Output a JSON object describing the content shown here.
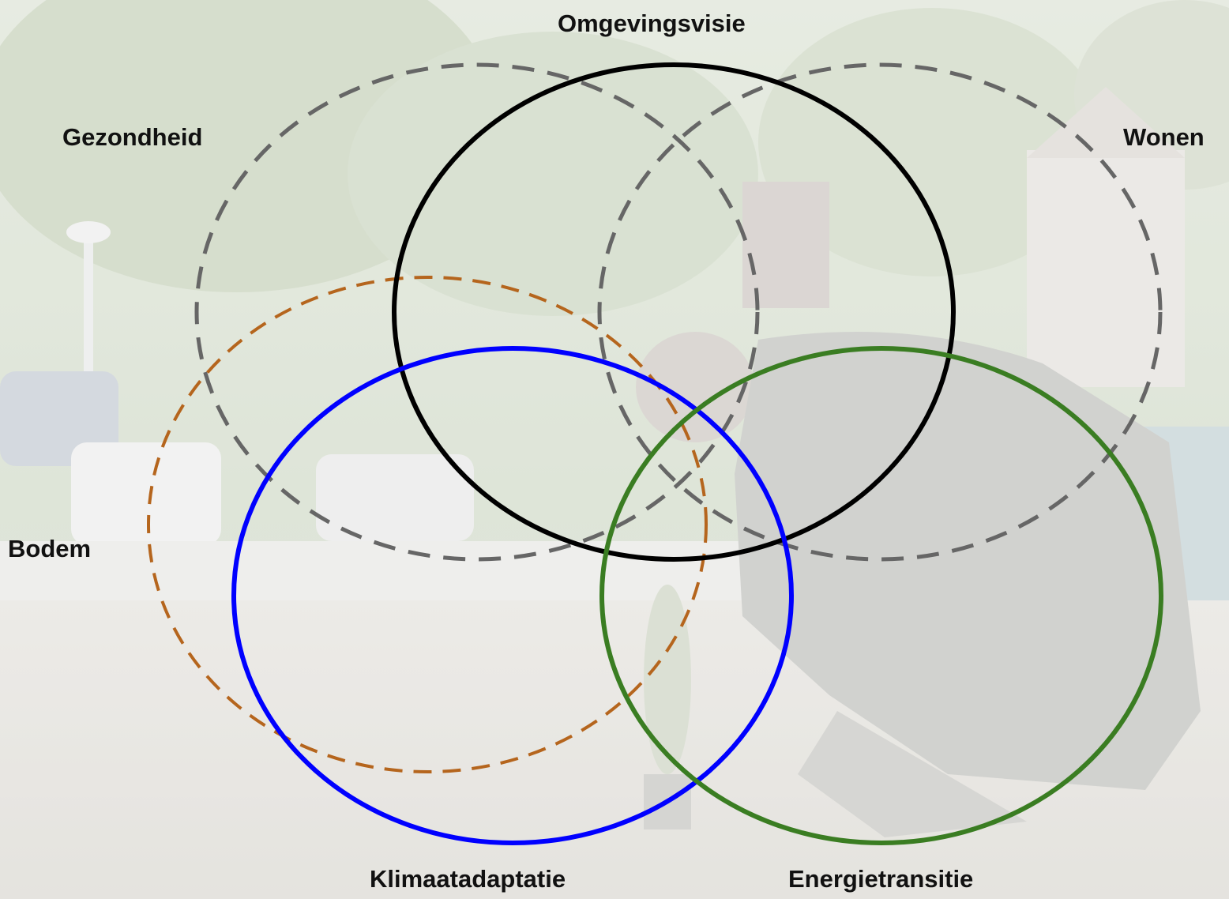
{
  "labels": {
    "omgevingsvisie": "Omgevingsvisie",
    "gezondheid": "Gezondheid",
    "wonen": "Wonen",
    "bodem": "Bodem",
    "klimaatadaptatie": "Klimaatadaptatie",
    "energietransitie": "Energietransitie"
  },
  "colors": {
    "omgevingsvisie": "#000000",
    "gezondheid": "#666666",
    "wonen": "#666666",
    "bodem": "#b5651d",
    "klimaatadaptatie": "#0000ff",
    "energietransitie": "#3a7d22",
    "background_overlay": "#ffffff"
  },
  "circles": {
    "omgevingsvisie": {
      "style": "solid"
    },
    "gezondheid": {
      "style": "dashed"
    },
    "wonen": {
      "style": "dashed"
    },
    "bodem": {
      "style": "dashed"
    },
    "klimaatadaptatie": {
      "style": "solid"
    },
    "energietransitie": {
      "style": "solid"
    }
  },
  "background": {
    "description_icon": "photo-person-planting-green-roof"
  }
}
